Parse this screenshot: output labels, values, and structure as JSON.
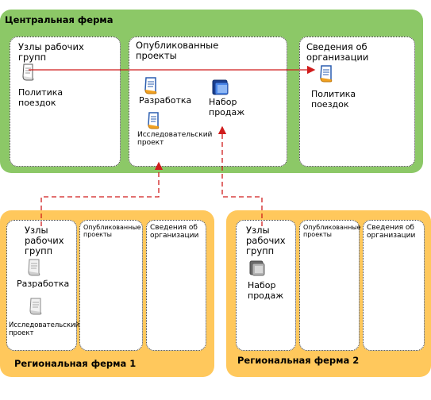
{
  "central_farm": {
    "title": "Центральная ферма",
    "workgroup_nodes": {
      "title": "Узлы рабочих\nгрупп",
      "doc_label": "Политика\nпоездок"
    },
    "published_projects": {
      "title": "Опубликованные\nпроекты",
      "item_dev": "Разработка",
      "item_sales": "Набор\nпродаж",
      "item_research": "Исследовательский\nпроект"
    },
    "org_info": {
      "title": "Сведения об\nорганизации",
      "doc_label": "Политика\nпоездок"
    }
  },
  "regional_farm_1": {
    "title": "Региональная ферма 1",
    "workgroup_nodes": {
      "title": "Узлы\nрабочих\nгрупп",
      "item_dev": "Разработка",
      "item_research": "Исследовательский\nпроект"
    },
    "published_projects": {
      "title": "Опубликованные\nпроекты"
    },
    "org_info": {
      "title": "Сведения об\nорганизации"
    }
  },
  "regional_farm_2": {
    "title": "Региональная ферма 2",
    "workgroup_nodes": {
      "title": "Узлы\nрабочих\nгрупп",
      "item_sales": "Набор\nпродаж"
    },
    "published_projects": {
      "title": "Опубликованные\nпроекты"
    },
    "org_info": {
      "title": "Сведения об\nорганизации"
    }
  },
  "colors": {
    "central_farm_bg": "#8cc867",
    "regional_farm_bg": "#ffc85c",
    "connector_solid": "#d01c1c",
    "connector_dashed": "#d01c1c",
    "doc_icon_blue": "#2a5db0",
    "doc_icon_orange": "#f0a020",
    "doc_icon_gray": "#9a9a9a"
  },
  "icons": {
    "central_policy": "document-scroll-icon",
    "published_dev": "document-scroll-icon",
    "published_sales": "folder-icon",
    "published_research": "document-scroll-icon",
    "org_policy": "document-scroll-icon",
    "r1_dev": "document-scroll-gray-icon",
    "r1_research": "document-scroll-gray-icon",
    "r2_sales": "folder-gray-icon"
  }
}
